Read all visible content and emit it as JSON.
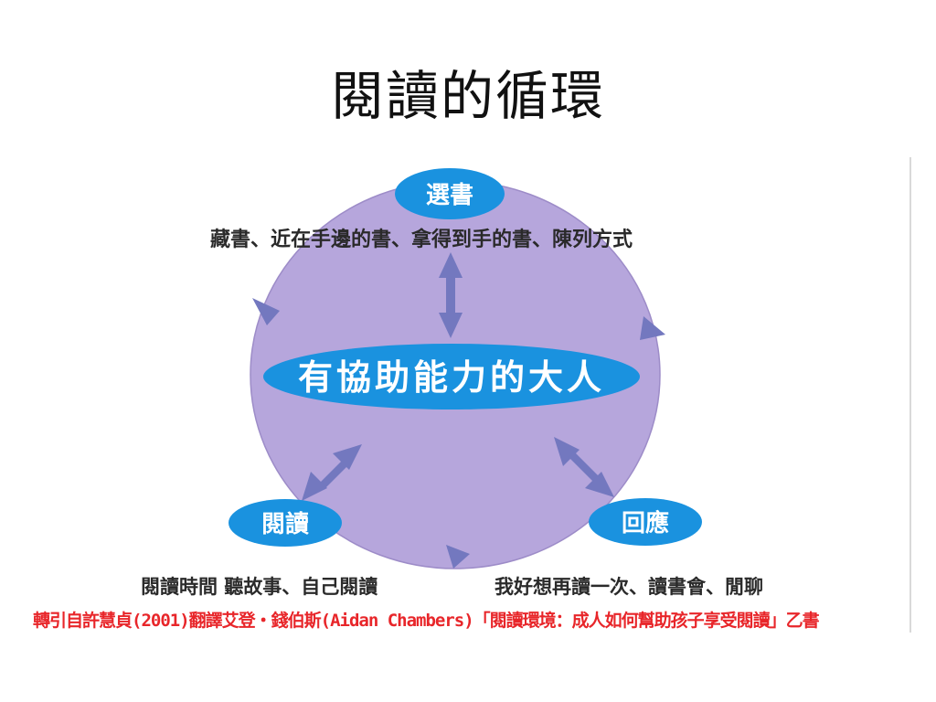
{
  "slide": {
    "title": "閱讀的循環"
  },
  "diagram": {
    "colors": {
      "circle": "#b6a6dc",
      "circle_stroke": "#9d8cc8",
      "node_fill": "#1a92df",
      "arrow": "#7378bf"
    },
    "center": {
      "label": "有協助能力的大人"
    },
    "nodes": {
      "select": {
        "label": "選書",
        "desc": "藏書、近在手邊的書、拿得到手的書、陳列方式"
      },
      "read": {
        "label": "閱讀",
        "desc": "閱讀時間  聽故事、自己閱讀"
      },
      "respond": {
        "label": "回應",
        "desc": "我好想再讀一次、讀書會、閒聊"
      }
    }
  },
  "caption": "轉引自許慧貞(2001)翻譯艾登・錢伯斯(Aidan Chambers)「閱讀環境：成人如何幫助孩子享受閱讀」乙書"
}
